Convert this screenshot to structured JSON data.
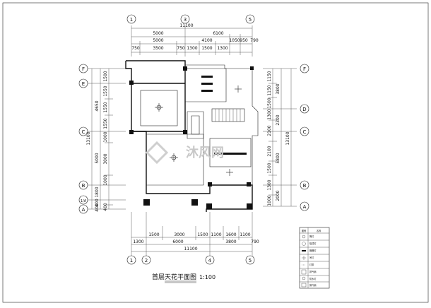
{
  "drawing": {
    "title": "首层天花平面图",
    "scale": "1:100",
    "watermark": "沐风网"
  },
  "top_dims": {
    "row1": [
      "5000",
      "6100"
    ],
    "row2": [
      "5000",
      "4100",
      "1050",
      "950",
      "790"
    ],
    "row3": [
      "750",
      "3500",
      "750",
      "1300",
      "1500",
      "1300"
    ],
    "total": "11100"
  },
  "bottom_dims": {
    "row1": [
      "1500",
      "3000",
      "1500",
      "1100",
      "1600",
      "1100"
    ],
    "row2": [
      "1300",
      "6000",
      "3800",
      "790"
    ],
    "total": "11100"
  },
  "left_dims": {
    "outer": [
      "13100"
    ],
    "mid": [
      "4650",
      "5000",
      "1800",
      "400",
      "400"
    ],
    "inner": [
      "1500",
      "1550",
      "1550",
      "1550",
      "1000",
      "3000",
      "1000",
      "400"
    ]
  },
  "right_dims": {
    "outer": [
      "13100"
    ],
    "mid": [
      "3800",
      "2300",
      "5800",
      "2000"
    ],
    "inner": [
      "1150",
      "1150",
      "1500",
      "1300",
      "2100",
      "2100",
      "1500",
      "1300",
      "1000"
    ]
  },
  "axes": {
    "top": [
      "1",
      "3",
      "5"
    ],
    "bottom": [
      "1",
      "2",
      "4",
      "5"
    ],
    "left": [
      "F",
      "E",
      "C",
      "B",
      "1/A",
      "A"
    ],
    "right": [
      "F",
      "D",
      "C",
      "B",
      "A"
    ]
  },
  "legend": {
    "header": [
      "图例",
      "名称"
    ],
    "rows": [
      "筒灯",
      "吸顶灯",
      "格栅灯",
      "吊灯",
      "灯带",
      "排气扇",
      "防水灯",
      "换气扇"
    ]
  }
}
